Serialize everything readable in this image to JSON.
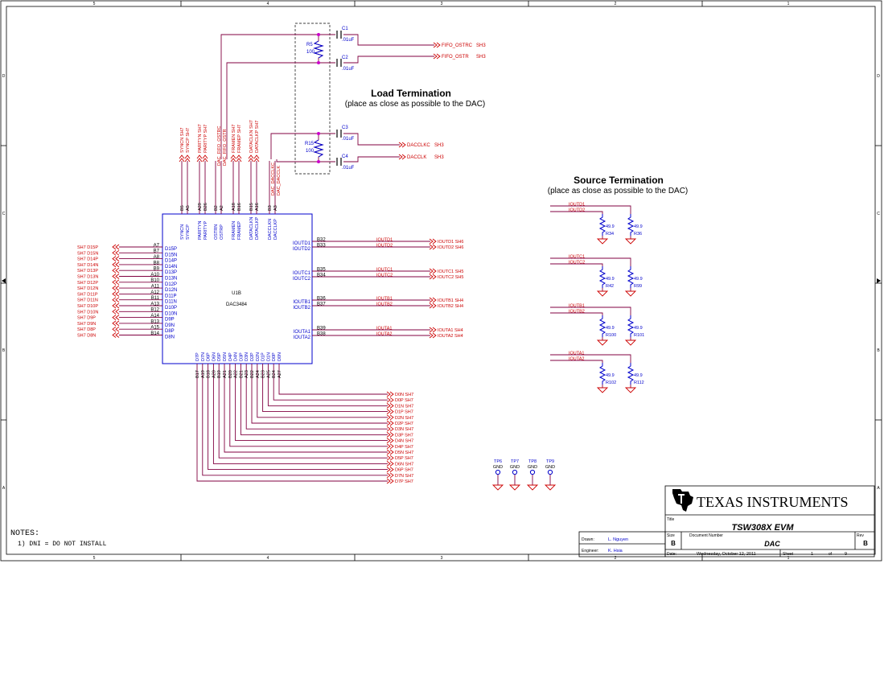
{
  "colors": {
    "wire": "#800040",
    "net": "#cc0000",
    "part": "#0000cc",
    "frame": "#000000",
    "label": "#0000cc"
  },
  "frame": {
    "col_numbers": [
      "5",
      "4",
      "3",
      "2",
      "1"
    ],
    "row_letters": [
      "D",
      "C",
      "B",
      "A"
    ]
  },
  "headings": {
    "load_title": "Load Termination",
    "load_sub": "(place as close as possible to the DAC)",
    "source_title": "Source Termination",
    "source_sub": "(place as close as possible to the DAC)"
  },
  "load_parts": {
    "r5_ref": "R5",
    "r5_val": "100",
    "r15_ref": "R15",
    "r15_val": "100",
    "c1_ref": "C1",
    "c1_val": ".01uF",
    "c2_ref": "C2",
    "c2_val": ".01uF",
    "c3_ref": "C3",
    "c3_val": ".01uF",
    "c4_ref": "C4",
    "c4_val": ".01uF",
    "nets": [
      {
        "name": "FIFO_OSTRC",
        "sheet": "SH3"
      },
      {
        "name": "FIFO_OSTR",
        "sheet": "SH3"
      },
      {
        "name": "DACCLKC",
        "sheet": "SH3"
      },
      {
        "name": "DACCLK",
        "sheet": "SH3"
      }
    ]
  },
  "ic": {
    "ref": "U1B",
    "part": "DAC3484",
    "top_pins": [
      {
        "pin": "B5",
        "name": "SYNCN",
        "net": "SYNCN SH7"
      },
      {
        "pin": "A5",
        "name": "SYNCP",
        "net": "SYNCP SH7"
      },
      {
        "pin": "A29",
        "name": "PARITYN",
        "net": "PARITYN SH7"
      },
      {
        "pin": "B26",
        "name": "PARITYP",
        "net": "PARITYP SH7"
      },
      {
        "pin": "B2",
        "name": "OSTRN",
        "net": "DAC_FIFO_OSTRC"
      },
      {
        "pin": "A2",
        "name": "OSTRP",
        "net": "DAC_FIFO_OSTR"
      },
      {
        "pin": "A18",
        "name": "FRAMEN",
        "net": "FRAMEN SH7"
      },
      {
        "pin": "B16",
        "name": "FRAMEP",
        "net": "FRAMEP SH7"
      },
      {
        "pin": "B15",
        "name": "DATACLKN",
        "net": "DATACLKN SH7"
      },
      {
        "pin": "A16",
        "name": "DATACLKP",
        "net": "DATACLKP SH7"
      },
      {
        "pin": "B3",
        "name": "DACCLKN",
        "net": "DAC_DACCLKC"
      },
      {
        "pin": "A3",
        "name": "DACCLKP",
        "net": "DAC_DACCLK"
      }
    ],
    "left_pins": [
      {
        "pin": "A7",
        "name": "D15P",
        "net": "SH7 D15P"
      },
      {
        "pin": "B7",
        "name": "D15N",
        "net": "SH7 D15N"
      },
      {
        "pin": "A8",
        "name": "D14P",
        "net": "SH7 D14P"
      },
      {
        "pin": "B8",
        "name": "D14N",
        "net": "SH7 D14N"
      },
      {
        "pin": "B9",
        "name": "D13P",
        "net": "SH7 D13P"
      },
      {
        "pin": "A10",
        "name": "D13N",
        "net": "SH7 D13N"
      },
      {
        "pin": "B10",
        "name": "D12P",
        "net": "SH7 D12P"
      },
      {
        "pin": "A11",
        "name": "D12N",
        "net": "SH7 D12N"
      },
      {
        "pin": "A12",
        "name": "D11P",
        "net": "SH7 D11P"
      },
      {
        "pin": "B11",
        "name": "D11N",
        "net": "SH7 D11N"
      },
      {
        "pin": "A13",
        "name": "D10P",
        "net": "SH7 D10P"
      },
      {
        "pin": "B12",
        "name": "D10N",
        "net": "SH7 D10N"
      },
      {
        "pin": "A14",
        "name": "D9P",
        "net": "SH7 D9P"
      },
      {
        "pin": "B13",
        "name": "D9N",
        "net": "SH7 D9N"
      },
      {
        "pin": "A15",
        "name": "D8P",
        "net": "SH7 D8P"
      },
      {
        "pin": "B14",
        "name": "D8N",
        "net": "SH7 D8N"
      }
    ],
    "right_pins": [
      {
        "pin": "B32",
        "name": "IOUTD1",
        "net": "IOUTD1",
        "off": "IOUTD1 SH6",
        "grp": 0
      },
      {
        "pin": "B33",
        "name": "IOUTD2",
        "net": "IOUTD2",
        "off": "IOUTD2 SH6",
        "grp": 0
      },
      {
        "pin": "B35",
        "name": "IOUTC1",
        "net": "IOUTC1",
        "off": "IOUTC1 SH5",
        "grp": 1
      },
      {
        "pin": "B34",
        "name": "IOUTC2",
        "net": "IOUTC2",
        "off": "IOUTC2 SH5",
        "grp": 1
      },
      {
        "pin": "B36",
        "name": "IOUTB1",
        "net": "IOUTB1",
        "off": "IOUTB1 SH4",
        "grp": 2
      },
      {
        "pin": "B37",
        "name": "IOUTB2",
        "net": "IOUTB2",
        "off": "IOUTB2 SH4",
        "grp": 2
      },
      {
        "pin": "B39",
        "name": "IOUTA1",
        "net": "IOUTA1",
        "off": "IOUTA1 SH4",
        "grp": 3
      },
      {
        "pin": "B38",
        "name": "IOUTA2",
        "net": "IOUTA2",
        "off": "IOUTA2 SH4",
        "grp": 3
      }
    ],
    "bottom_pins": [
      {
        "pin": "B17",
        "name": "D7P",
        "net": "D7P SH7"
      },
      {
        "pin": "A19",
        "name": "D7N",
        "net": "D7N SH7"
      },
      {
        "pin": "B18",
        "name": "D6P",
        "net": "D6P SH7"
      },
      {
        "pin": "A20",
        "name": "D6N",
        "net": "D6N SH7"
      },
      {
        "pin": "B19",
        "name": "D5P",
        "net": "D5P SH7"
      },
      {
        "pin": "A21",
        "name": "D5N",
        "net": "D5N SH7"
      },
      {
        "pin": "B20",
        "name": "D4P",
        "net": "D4P SH7"
      },
      {
        "pin": "A22",
        "name": "D4N",
        "net": "D4N SH7"
      },
      {
        "pin": "B21",
        "name": "D3P",
        "net": "D3P SH7"
      },
      {
        "pin": "A23",
        "name": "D3N",
        "net": "D3N SH7"
      },
      {
        "pin": "B22",
        "name": "D2P",
        "net": "D2P SH7"
      },
      {
        "pin": "A24",
        "name": "D2N",
        "net": "D2N SH7"
      },
      {
        "pin": "B23",
        "name": "D1P",
        "net": "D1P SH7"
      },
      {
        "pin": "A25",
        "name": "D1N",
        "net": "D1N SH7"
      },
      {
        "pin": "B24",
        "name": "D0P",
        "net": "D0P SH7"
      },
      {
        "pin": "A27",
        "name": "D0N",
        "net": "D0N SH7"
      }
    ]
  },
  "source_term": [
    {
      "n1": "IOUTD1",
      "n2": "IOUTD2",
      "r1_val": "49.9",
      "r1_ref": "R34",
      "r2_val": "49.9",
      "r2_ref": "R36"
    },
    {
      "n1": "IOUTC1",
      "n2": "IOUTC2",
      "r1_val": "49.9",
      "r1_ref": "R42",
      "r2_val": "49.9",
      "r2_ref": "R99"
    },
    {
      "n1": "IOUTB1",
      "n2": "IOUTB2",
      "r1_val": "49.9",
      "r1_ref": "R100",
      "r2_val": "49.9",
      "r2_ref": "R101"
    },
    {
      "n1": "IOUTA1",
      "n2": "IOUTA2",
      "r1_val": "49.9",
      "r1_ref": "R102",
      "r2_val": "49.9",
      "r2_ref": "R112"
    }
  ],
  "testpoints": [
    {
      "ref": "TP6",
      "net": "GND"
    },
    {
      "ref": "TP7",
      "net": "GND"
    },
    {
      "ref": "TP8",
      "net": "GND"
    },
    {
      "ref": "TP9",
      "net": "GND"
    }
  ],
  "notes": {
    "title": "NOTES:",
    "items": [
      "1)  DNI = DO NOT INSTALL"
    ]
  },
  "title_block": {
    "company": "TEXAS INSTRUMENTS",
    "title_label": "Title",
    "title": "TSW308X EVM",
    "size_label": "Size",
    "size": "B",
    "docnum_label": "Document Number",
    "docnum": "DAC",
    "rev_label": "Rev",
    "rev": "B",
    "drawn_label": "Drawn:",
    "drawn": "L. Nguyen",
    "engineer_label": "Engineer:",
    "engineer": "K. Hsia",
    "date_label": "Date:",
    "date": "Wednesday, October 12, 2011",
    "sheet_label": "Sheet",
    "sheet": "1",
    "of_label": "of",
    "sheets": "9"
  }
}
